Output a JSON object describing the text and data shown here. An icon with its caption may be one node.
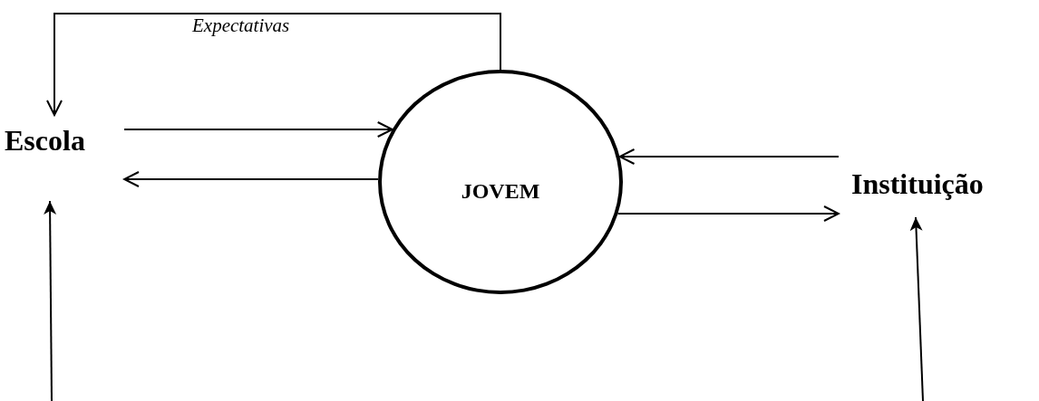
{
  "diagram": {
    "nodes": [
      {
        "text": [
          "Escola"
        ]
      },
      {
        "text": [
          "JOVEM"
        ]
      },
      {
        "text": [
          "Instituição"
        ]
      }
    ],
    "edges": [
      {
        "from": 1,
        "to": 0,
        "arrow": "to",
        "label": "Expectativas"
      },
      {
        "from": 0,
        "to": 1,
        "arrow": "to"
      },
      {
        "from": 1,
        "to": 0,
        "arrow": "to"
      },
      {
        "from": 2,
        "to": 1,
        "arrow": "to"
      },
      {
        "from": 1,
        "to": 2,
        "arrow": "to"
      },
      {
        "from": null,
        "to": 0,
        "arrow": "to"
      },
      {
        "from": null,
        "to": 2,
        "arrow": "to"
      }
    ]
  }
}
